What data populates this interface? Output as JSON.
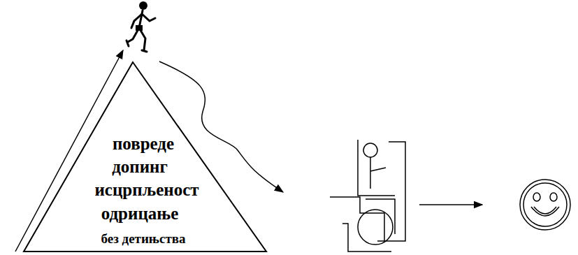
{
  "diagram": {
    "nodes": [
      {
        "text": [
          "повреде",
          "допинг",
          "исцрпљеност",
          "одрицање",
          "без детињства"
        ]
      }
    ]
  }
}
